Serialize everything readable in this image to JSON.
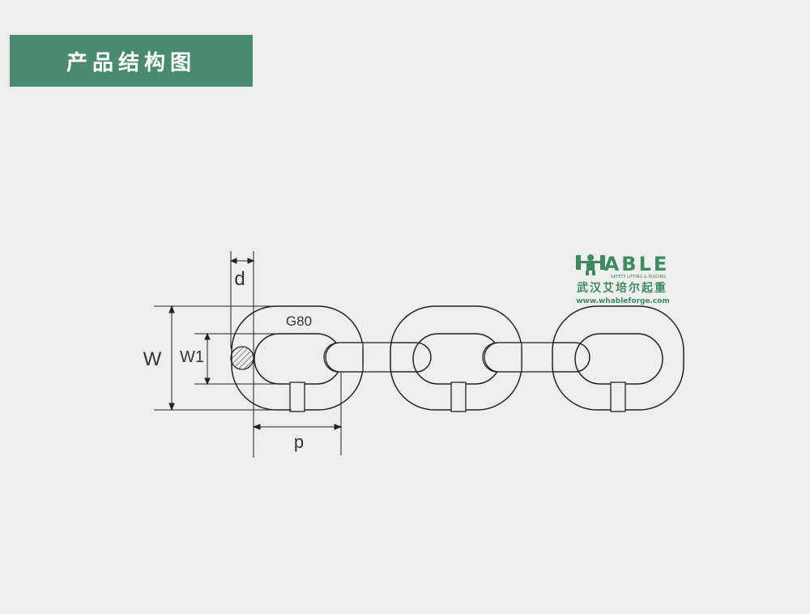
{
  "header": {
    "title": "产品结构图"
  },
  "diagram": {
    "grade_label": "G80",
    "dim_d": "d",
    "dim_W": "W",
    "dim_W1": "W1",
    "dim_p": "p"
  },
  "logo": {
    "brand": "ABLE",
    "tagline": "SAFETY LIFTING & RIGGING",
    "company_cn": "武汉艾培尔起重",
    "website": "www.whableforge.com"
  },
  "colors": {
    "header_bg": "#4a8a71",
    "background": "#eeeeee",
    "logo_green": "#3f8a64",
    "line": "#222222"
  }
}
